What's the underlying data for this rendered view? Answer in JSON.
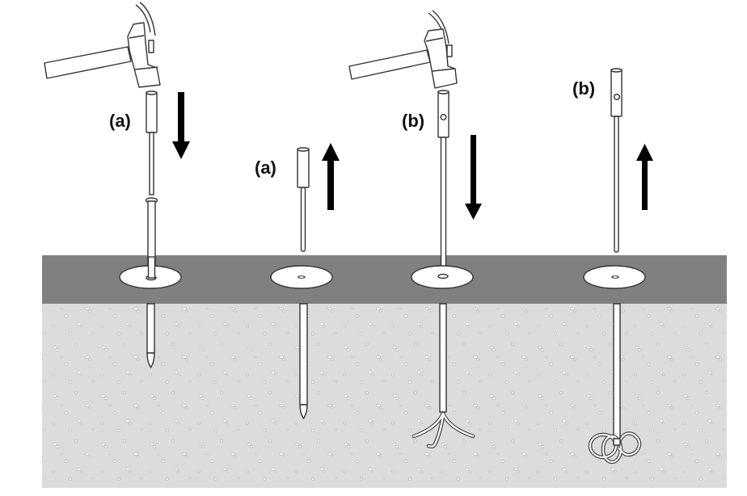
{
  "figure": {
    "description": "Soil anchor installation sequence: driving and retracting rods",
    "colors": {
      "surface_band": "#808080",
      "soil": "#dcdcdc",
      "arrow": "#000000",
      "outline": "#333333"
    },
    "stages": [
      {
        "id": "stage-1",
        "label": "(a)",
        "action": "hammer-drive",
        "arrow": "down",
        "anchor": "pointed-rod"
      },
      {
        "id": "stage-2",
        "label": "(a)",
        "action": "retract-driver",
        "arrow": "up",
        "anchor": "pointed-rod"
      },
      {
        "id": "stage-3",
        "label": "(b)",
        "action": "hammer-drive",
        "arrow": "down",
        "anchor": "spread-prongs"
      },
      {
        "id": "stage-4",
        "label": "(b)",
        "action": "retract-driver",
        "arrow": "up",
        "anchor": "curled-prongs"
      }
    ]
  }
}
